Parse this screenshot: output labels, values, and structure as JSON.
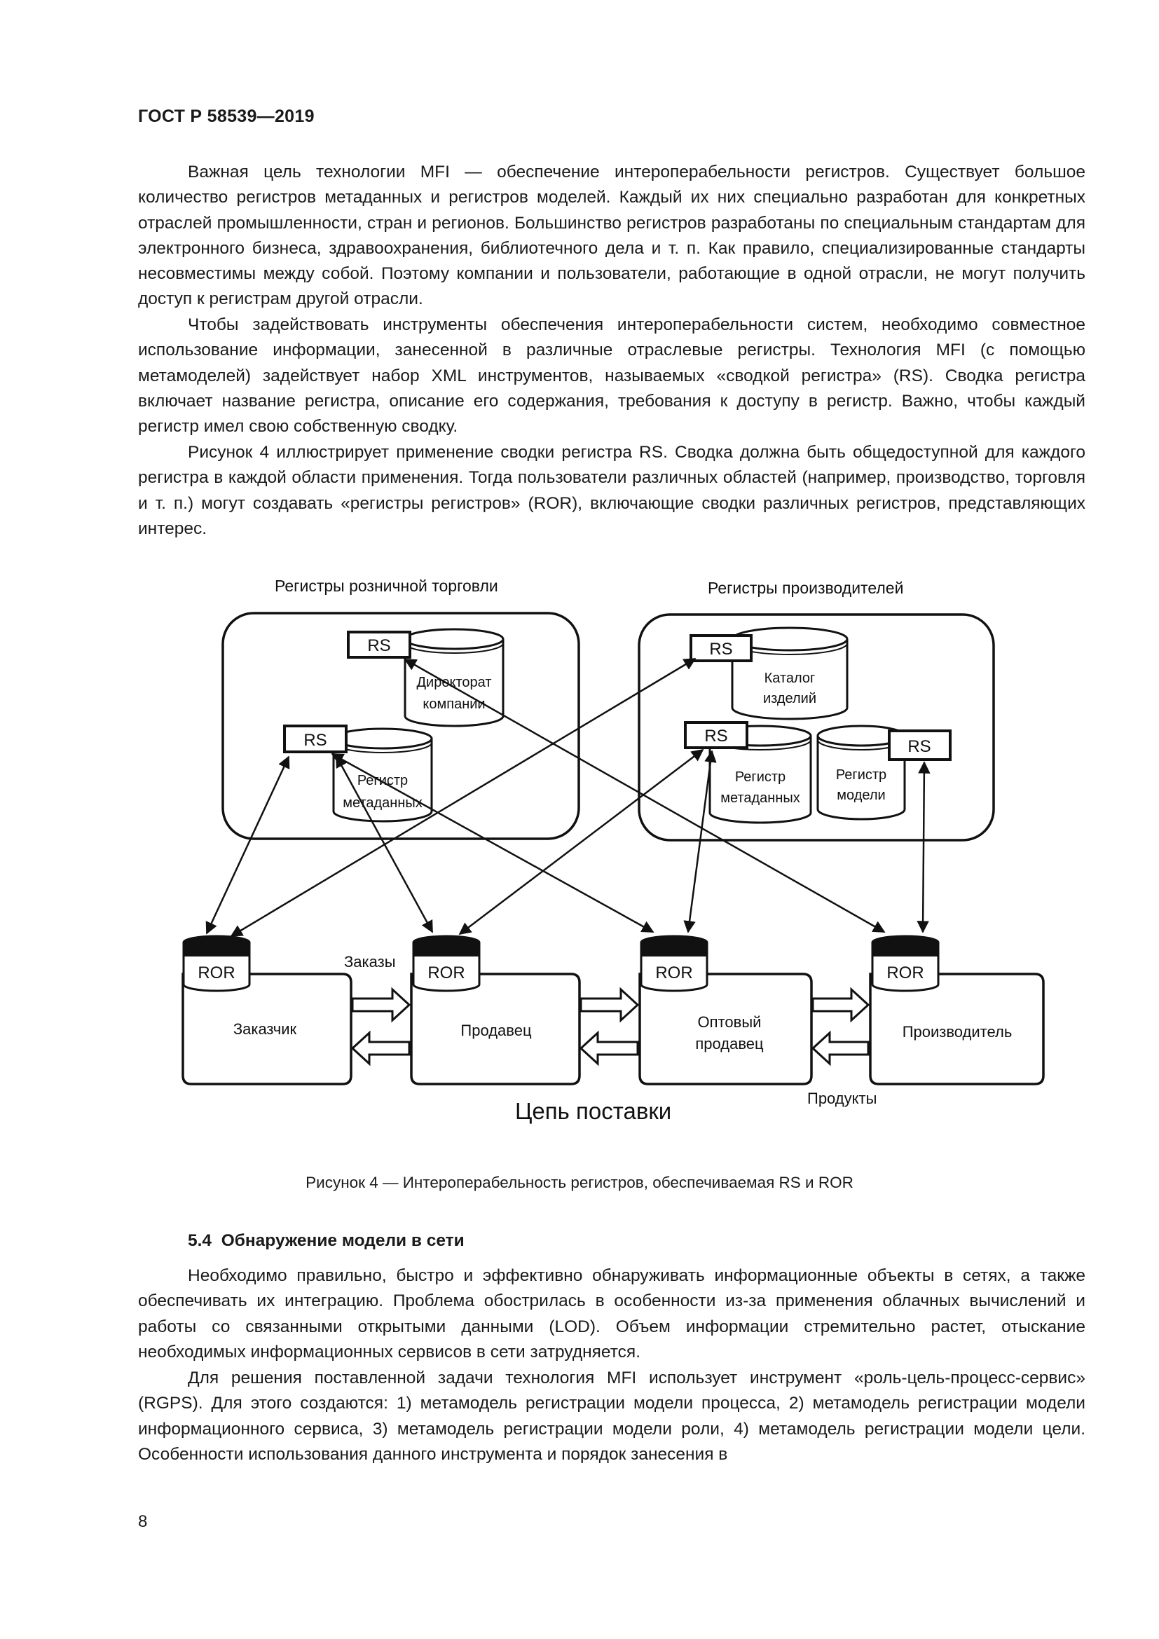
{
  "header": {
    "standard": "ГОСТ Р 58539—2019"
  },
  "paragraphs_top": [
    "Важная цель технологии MFI — обеспечение интероперабельности регистров. Существует боль­шое количество регистров метаданных и регистров моделей. Каждый их них специально разработан для конкретных отраслей промышленности, стран и регионов. Большинство регистров разработаны по специальным стандартам для электронного бизнеса, здравоохранения, библиотечного дела и т. п. Как правило, специализированные стандарты несовместимы между собой. Поэтому компании и пользова­тели, работающие в одной отрасли, не могут получить доступ к регистрам другой отрасли.",
    "Чтобы задействовать инструменты обеспечения интероперабельности систем, необходимо со­вместное использование информации, занесенной в различные отраслевые регистры. Технология MFI (с помощью метамоделей) задействует набор XML инструментов, называемых «сводкой регистра» (RS). Сводка регистра включает название регистра, описание его содержания, требования к доступу в регистр. Важно, чтобы каждый регистр имел свою собственную сводку.",
    "Рисунок 4 иллюстрирует применение сводки регистра RS. Сводка должна быть общедоступной для каждого регистра в каждой области применения. Тогда пользователи различных областей (напри­мер, производство, торговля и т. п.) могут создавать «регистры регистров» (ROR), включающие сводки различных регистров, представляющих интерес."
  ],
  "figure": {
    "retail_group_label": "Регистры розничной торговли",
    "manufacturers_group_label": "Регистры производителей",
    "rs_label": "RS",
    "ror_label": "ROR",
    "directorate_label_1": "Директорат",
    "directorate_label_2": "компании",
    "metadata_label_1": "Регистр",
    "metadata_label_2": "метаданных",
    "catalog_label_1": "Каталог",
    "catalog_label_2": "изделий",
    "model_registry_label_1": "Регистр",
    "model_registry_label_2": "модели",
    "customer_label": "Заказчик",
    "seller_label": "Продавец",
    "wholesale_label_1": "Оптовый",
    "wholesale_label_2": "продавец",
    "manufacturer_label": "Производитель",
    "orders_label": "Заказы",
    "products_label": "Продукты",
    "supply_chain_label": "Цепь поставки"
  },
  "caption": "Рисунок 4 — Интероперабельность регистров, обеспечиваемая RS и ROR",
  "section": {
    "number": "5.4",
    "title": "Обнаружение модели в сети"
  },
  "paragraphs_bottom": [
    "Необходимо правильно, быстро и эффективно обнаруживать информационные объекты в сетях, а также обеспечивать их интеграцию. Проблема обострилась в особенности из-за применения облач­ных вычислений и работы со связанными открытыми данными (LOD). Объем информации стремитель­но растет, отыскание необходимых информационных сервисов в сети затрудняется.",
    "Для решения поставленной задачи технология MFI использует инструмент «роль-цель-процесс-сервис» (RGPS). Для этого создаются: 1) метамодель регистрации модели процесса, 2) метамодель ре­гистрации модели информационного сервиса, 3) метамодель регистрации модели роли, 4) метамодель регистрации модели цели. Особенности использования данного инструмента и порядок занесения в"
  ],
  "page_number": "8"
}
